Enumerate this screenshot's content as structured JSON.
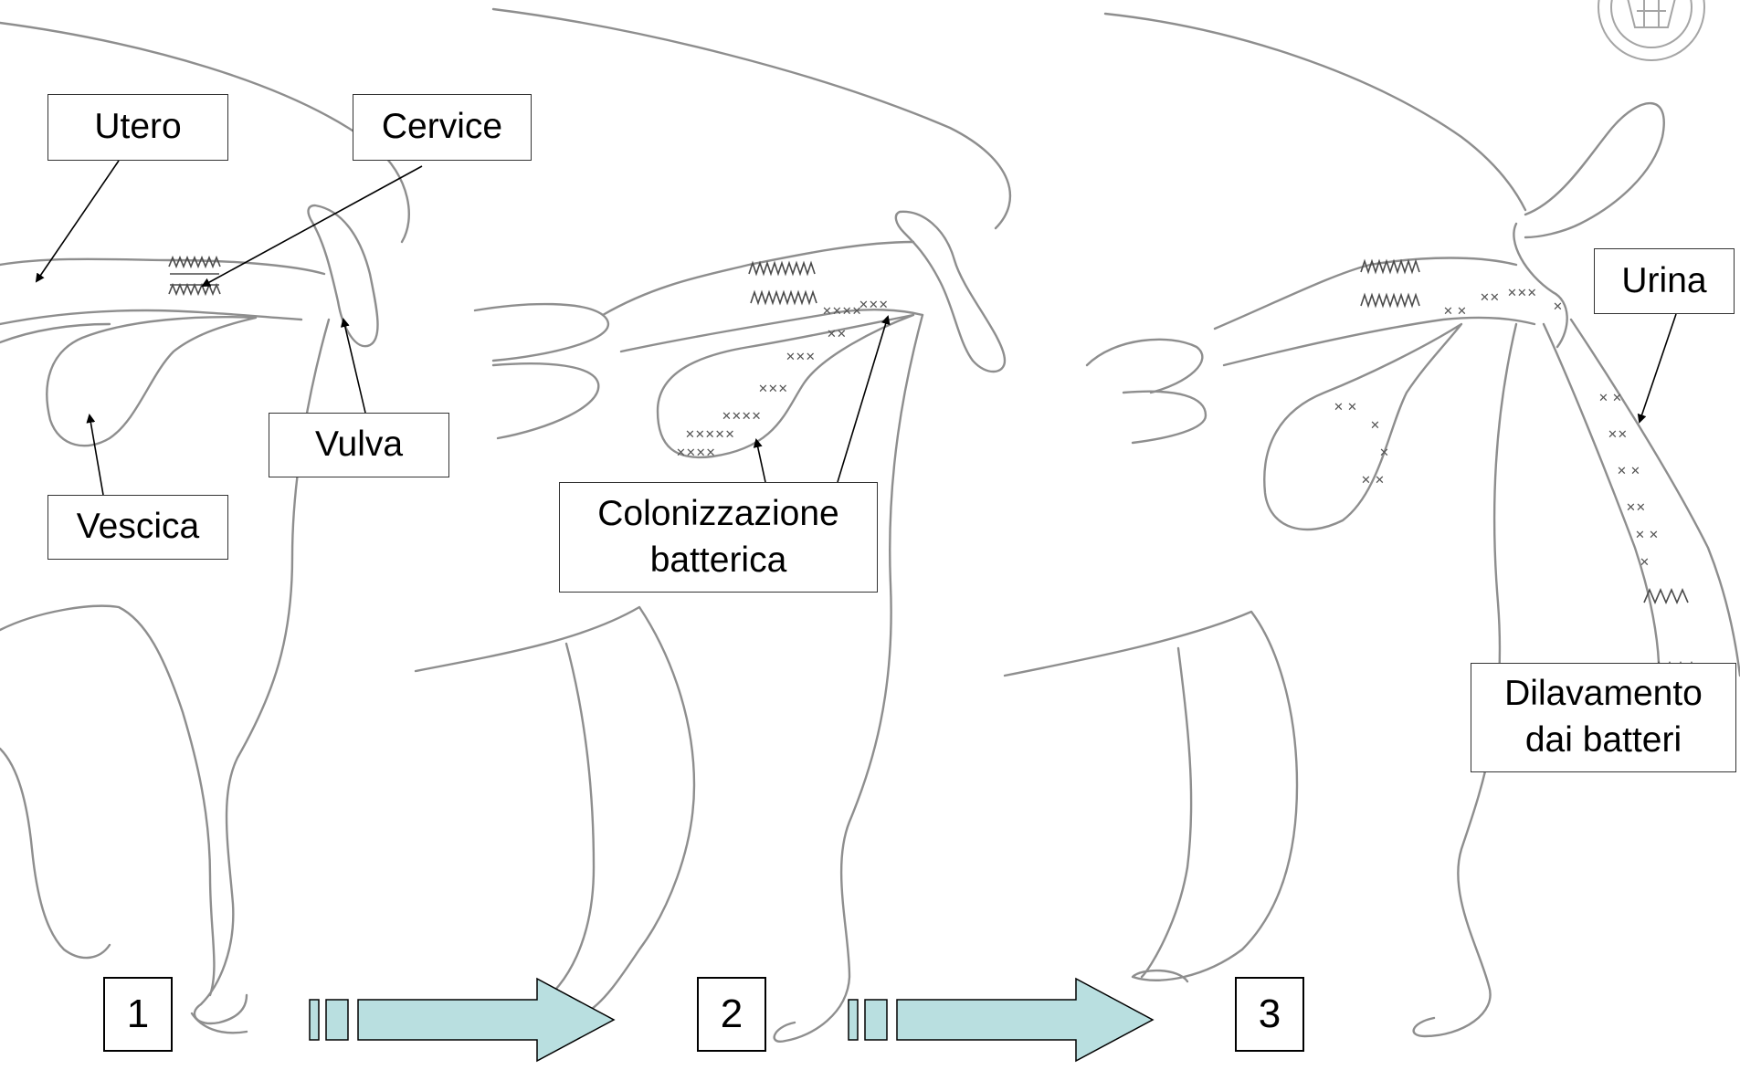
{
  "labels": {
    "utero": "Utero",
    "cervice": "Cervice",
    "vulva": "Vulva",
    "vescica": "Vescica",
    "colonizzazione_line1": "Colonizzazione",
    "colonizzazione_line2": "batterica",
    "urina": "Urina",
    "dilavamento_line1": "Dilavamento",
    "dilavamento_line2": "dai batteri"
  },
  "steps": [
    "1",
    "2",
    "3"
  ],
  "colors": {
    "arrow_fill": "#b9dfe0",
    "sketch_stroke": "#8e8e8e",
    "box_border": "#333333"
  }
}
